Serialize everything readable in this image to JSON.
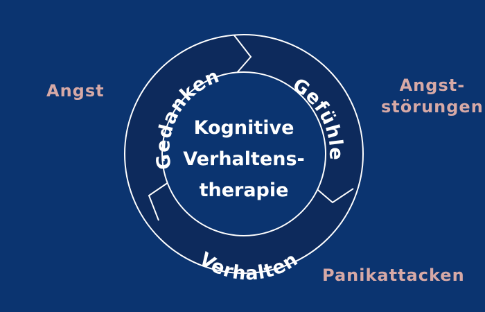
{
  "colors": {
    "background": "#0b3470",
    "ring_fill": "#0d2a5c",
    "stroke": "#ffffff",
    "text": "#ffffff",
    "side_label": "#d7a9a6"
  },
  "side_labels": {
    "angst": "Angst",
    "angststoerungen_line1": "Angst-",
    "angststoerungen_line2": "störungen",
    "panikattacken": "Panikattacken"
  },
  "cycle": {
    "segment_1": "Gedanken",
    "segment_2": "Gefühle",
    "segment_3": "Verhalten"
  },
  "center": {
    "line1": "Kognitive",
    "line2": "Verhaltens-",
    "line3": "therapie"
  }
}
